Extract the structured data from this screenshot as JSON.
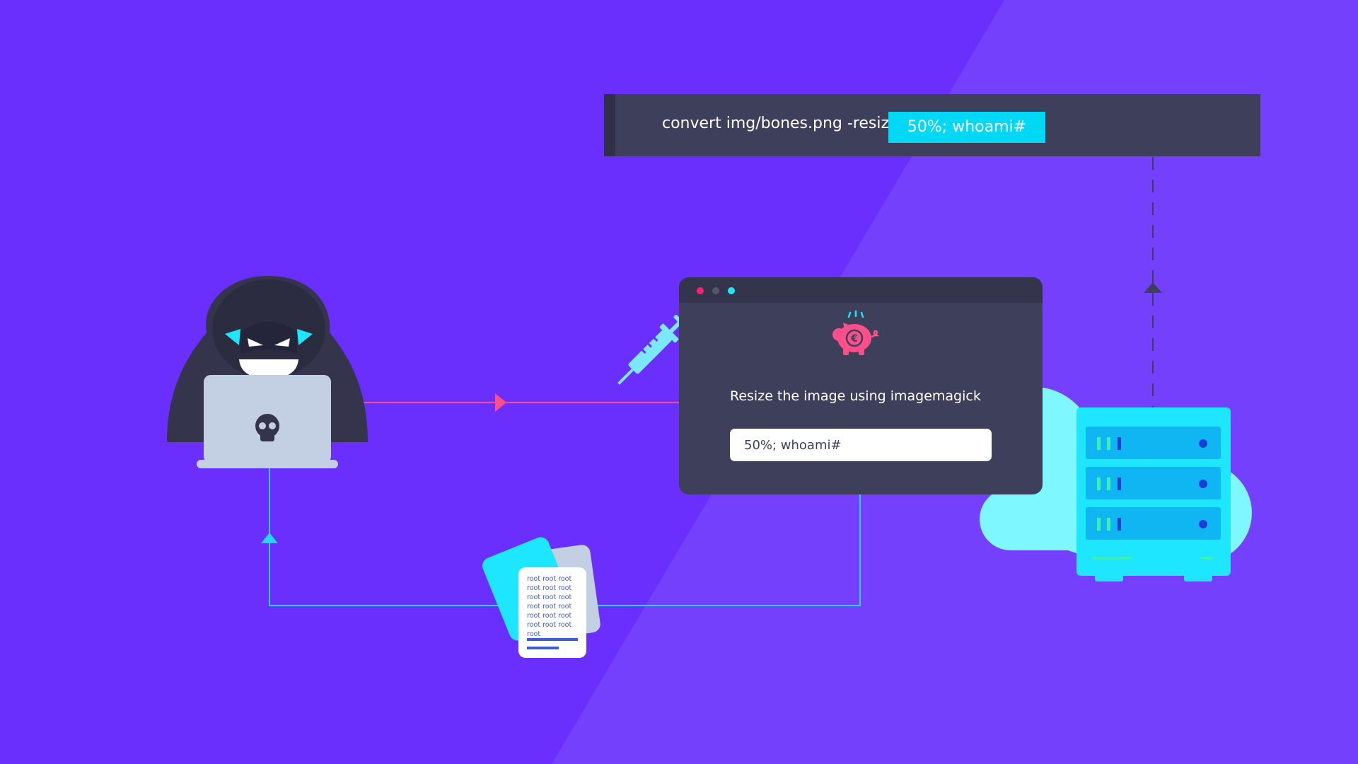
{
  "command_bar": {
    "command_text": "convert img/bones.png -resize'",
    "injected_text": "50%; whoami#"
  },
  "browser_window": {
    "label": "Resize the image using imagemagick",
    "input_value": "50%; whoami#"
  },
  "document": {
    "lines": [
      "root root root",
      "root root root",
      "root root root",
      "root root root",
      "root root root",
      "root root root",
      "root"
    ]
  },
  "colors": {
    "background": "#6b2ffd",
    "background_light": "#7440fb",
    "panel": "#3e3f5a",
    "highlight": "#00d8f5",
    "arrow_pink": "#ff4f8b",
    "arrow_cyan": "#20d8ff",
    "pig": "#ff4f8b"
  },
  "icons": [
    "hacker-icon",
    "laptop-icon",
    "skull-icon",
    "syringe-icon",
    "piggy-bank-icon",
    "document-stack-icon",
    "cloud-icon",
    "server-icon"
  ]
}
